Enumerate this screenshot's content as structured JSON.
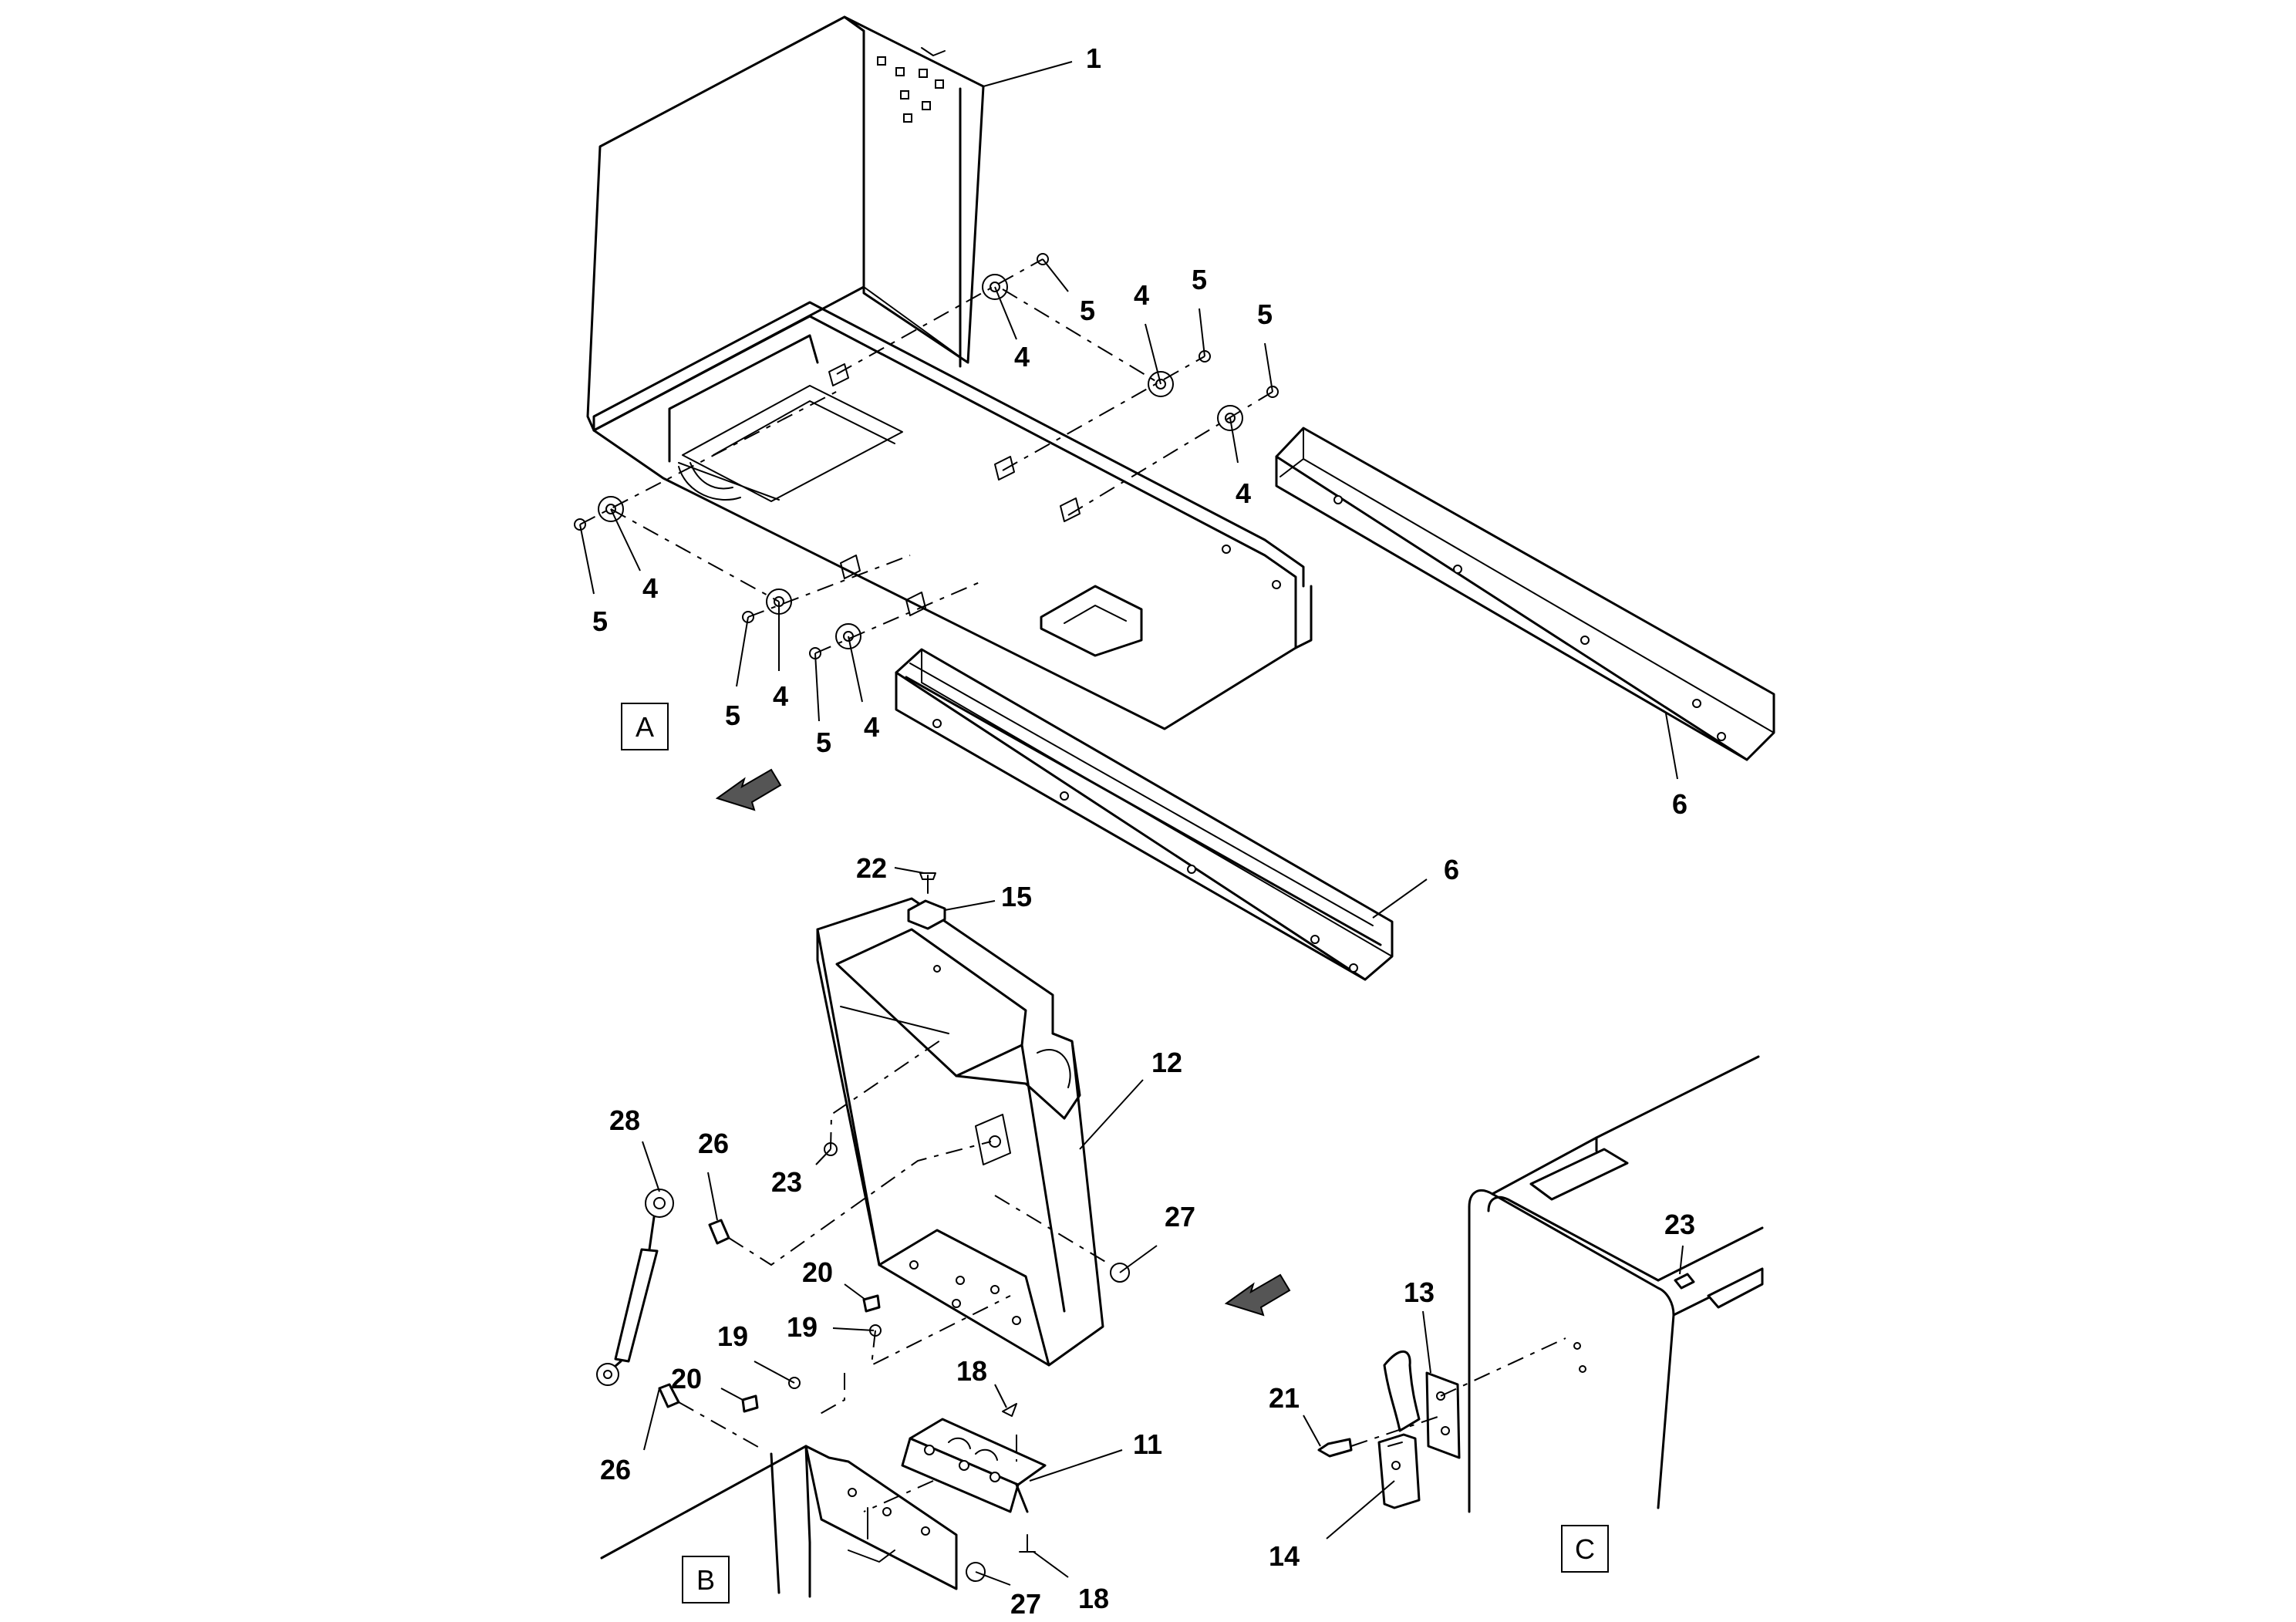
{
  "callouts": {
    "c1": "1",
    "c4a": "4",
    "c4b": "4",
    "c4c": "4",
    "c4d": "4",
    "c4e": "4",
    "c4f": "4",
    "c5a": "5",
    "c5b": "5",
    "c5c": "5",
    "c5d": "5",
    "c5e": "5",
    "c5f": "5",
    "c6a": "6",
    "c6b": "6",
    "c11": "11",
    "c12": "12",
    "c13": "13",
    "c14": "14",
    "c15": "15",
    "c18a": "18",
    "c18b": "18",
    "c19a": "19",
    "c19b": "19",
    "c20a": "20",
    "c20b": "20",
    "c21": "21",
    "c22": "22",
    "c23a": "23",
    "c23b": "23",
    "c26a": "26",
    "c26b": "26",
    "c27a": "27",
    "c27b": "27",
    "c28": "28"
  },
  "views": {
    "a": "A",
    "b": "B",
    "c": "C"
  },
  "icons": {
    "direction": "direction-arrow-icon"
  }
}
